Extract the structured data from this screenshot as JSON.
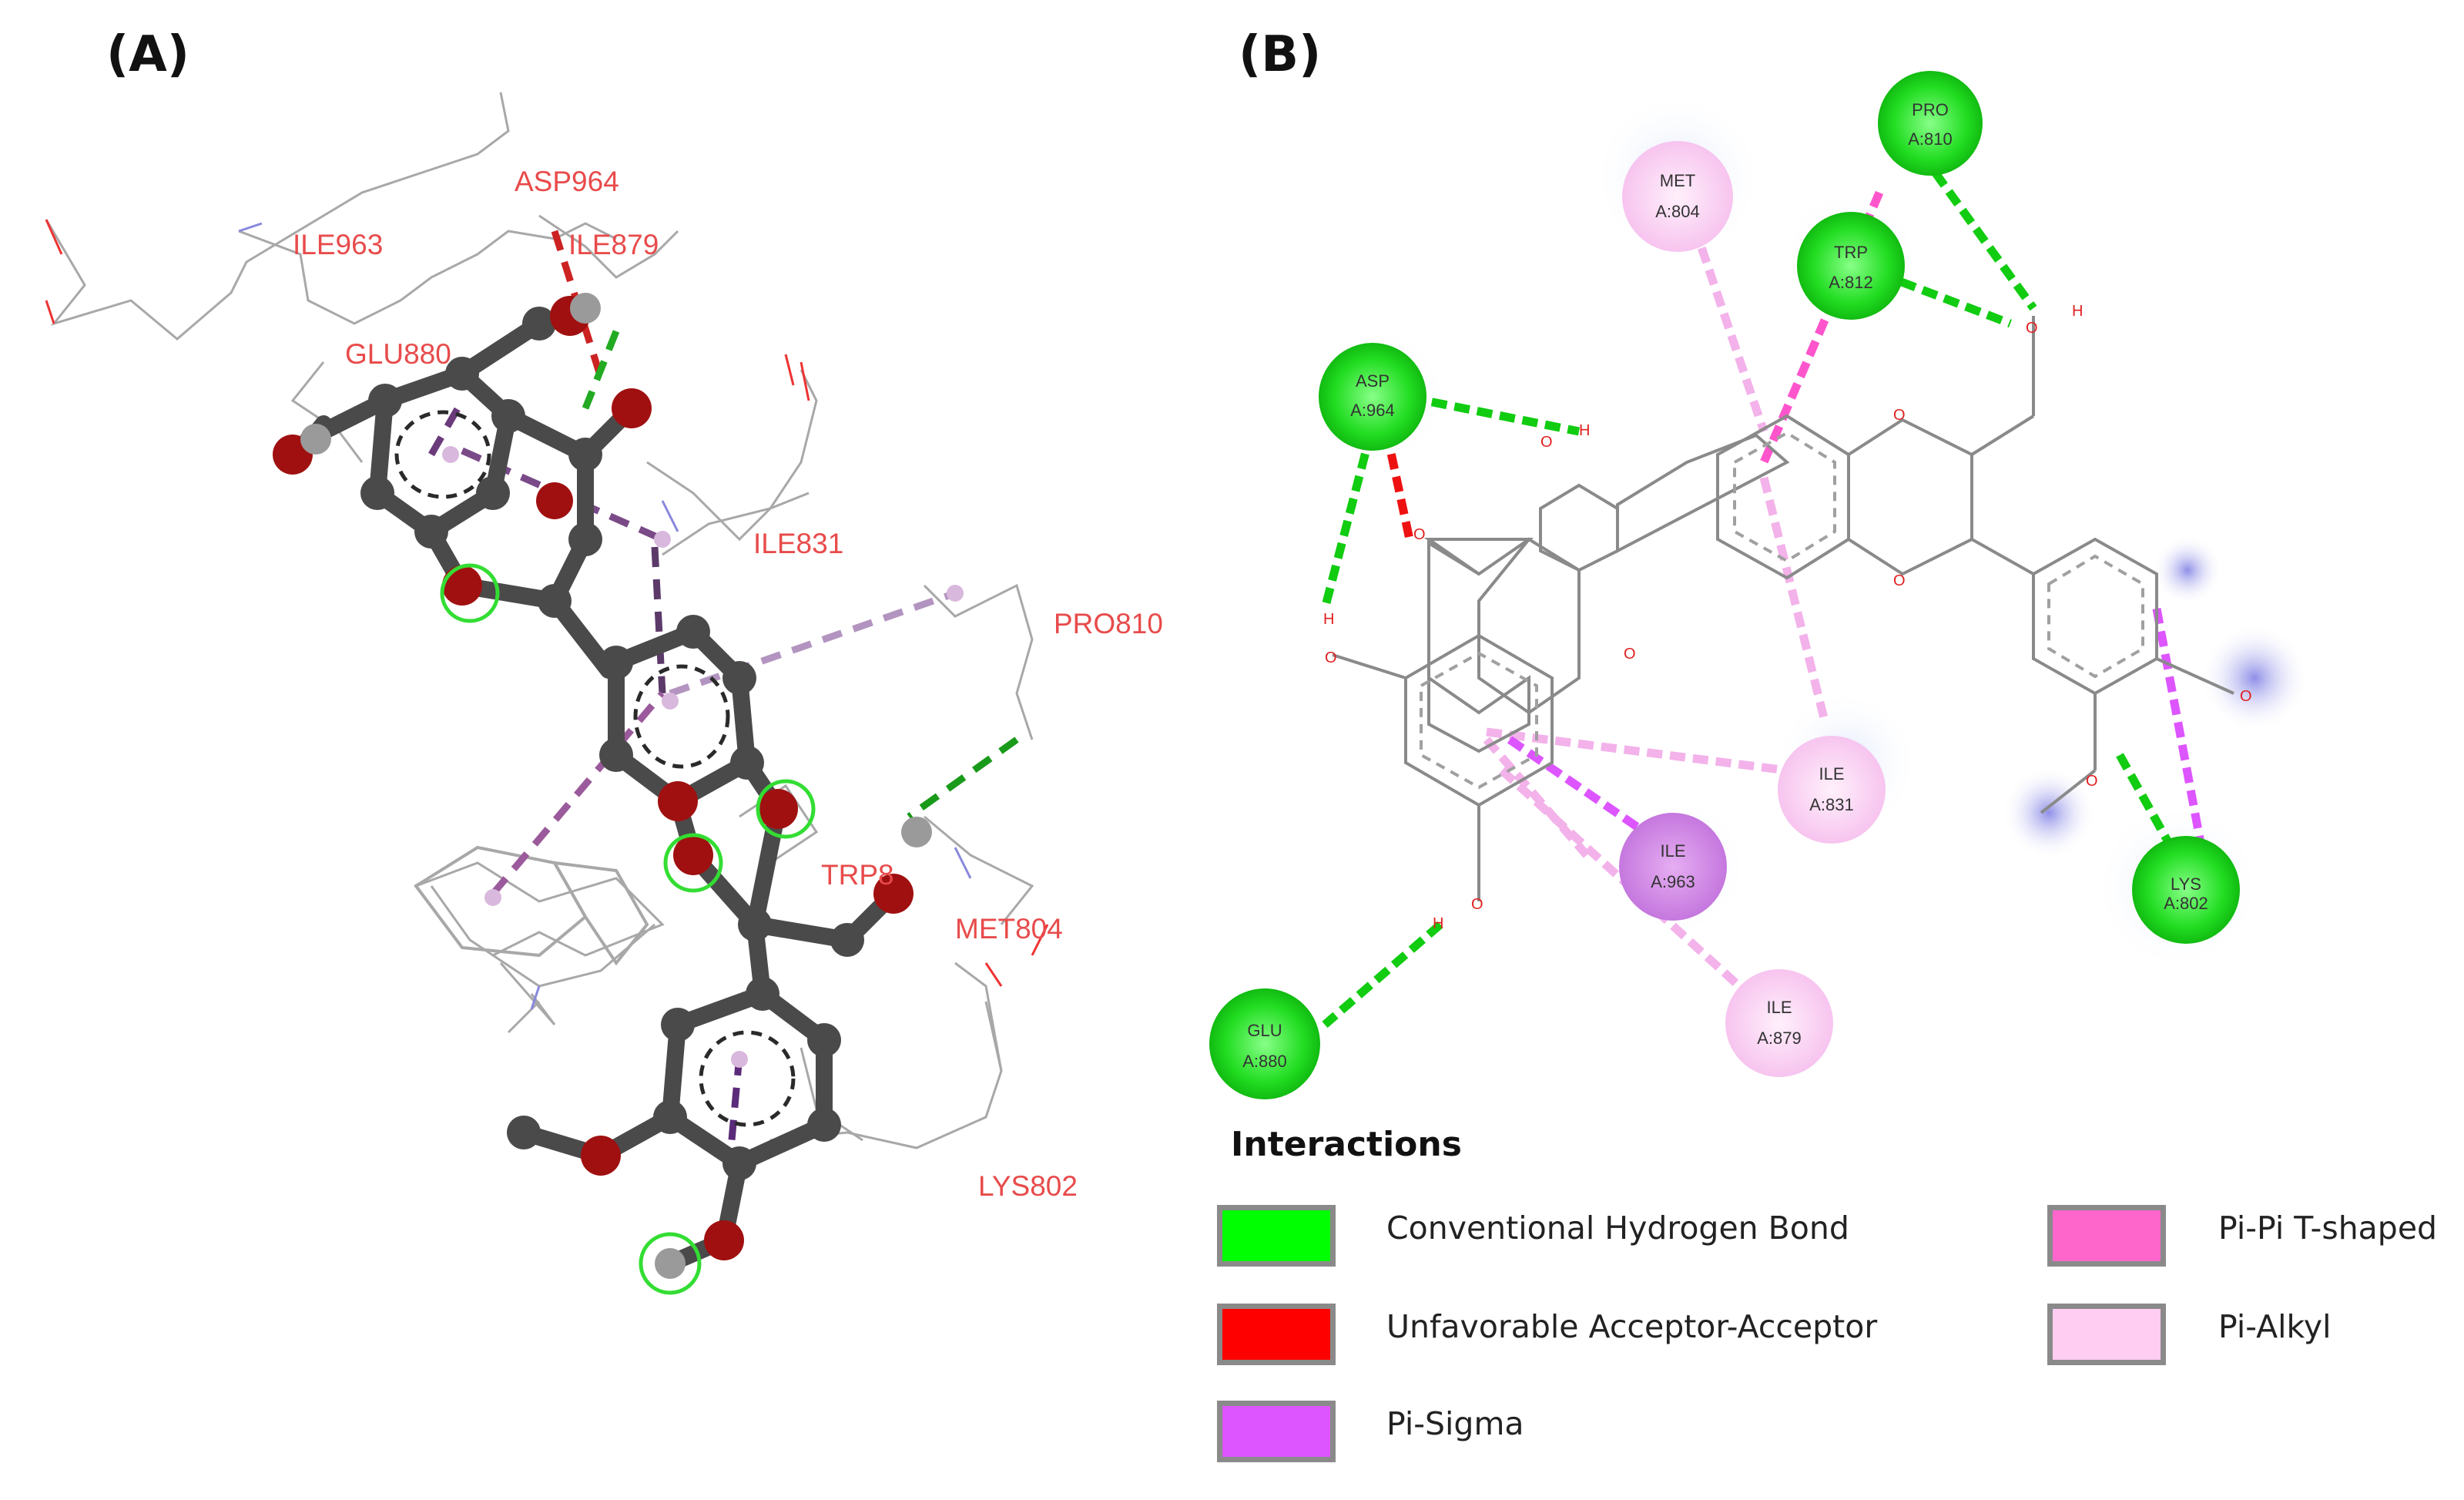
{
  "panels": {
    "a": {
      "label": "(A)",
      "residues": [
        "ASP964",
        "ILE963",
        "ILE879",
        "GLU880",
        "ILE831",
        "PRO810",
        "TRP8",
        "MET804",
        "LYS802"
      ]
    },
    "b": {
      "label": "(B)",
      "residues": [
        {
          "name": "PRO",
          "id": "A:810",
          "type": "Conventional Hydrogen Bond"
        },
        {
          "name": "MET",
          "id": "A:804",
          "type": "Pi-Alkyl"
        },
        {
          "name": "TRP",
          "id": "A:812",
          "type": "Conventional Hydrogen Bond"
        },
        {
          "name": "ASP",
          "id": "A:964",
          "type": "Conventional Hydrogen Bond"
        },
        {
          "name": "ILE",
          "id": "A:831",
          "type": "Pi-Alkyl"
        },
        {
          "name": "ILE",
          "id": "A:963",
          "type": "Pi-Sigma"
        },
        {
          "name": "LYS",
          "id": "A:802",
          "type": "Conventional Hydrogen Bond"
        },
        {
          "name": "ILE",
          "id": "A:879",
          "type": "Pi-Alkyl"
        },
        {
          "name": "GLU",
          "id": "A:880",
          "type": "Conventional Hydrogen Bond"
        }
      ],
      "atom_labels": {
        "oxygen": "O",
        "hydrogen": "H"
      }
    }
  },
  "legend": {
    "title": "Interactions",
    "items": [
      {
        "label": "Conventional Hydrogen Bond",
        "color": "#00ff00"
      },
      {
        "label": "Unfavorable Acceptor-Acceptor",
        "color": "#ff0000"
      },
      {
        "label": "Pi-Sigma",
        "color": "#dd55ff"
      },
      {
        "label": "Pi-Pi T-shaped",
        "color": "#ff66cc"
      },
      {
        "label": "Pi-Alkyl",
        "color": "#ffccf2"
      }
    ]
  },
  "colors": {
    "residue_label": "#e84b4b",
    "atom_carbon": "#444444",
    "atom_oxygen": "#b01010",
    "hbond": "#00cc00",
    "hbond_circle": "#33dd33",
    "unfavorable": "#ee1111",
    "pi_sigma": "#cc44ee",
    "pi_pi": "#ff55cc",
    "pi_alkyl": "#f6b6ee",
    "interaction_a": "#9b6aa0"
  }
}
